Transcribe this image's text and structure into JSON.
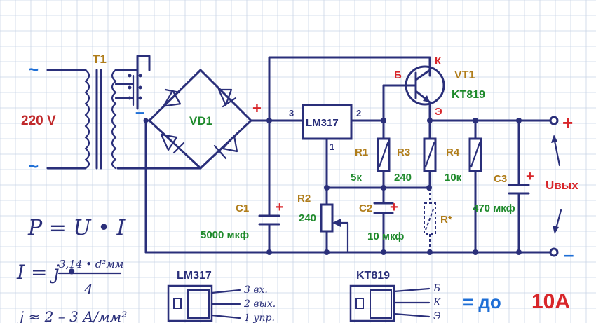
{
  "transformer": {
    "ref": "T1",
    "input_voltage": "220 V",
    "ac_symbol": "~",
    "tap_minus": "–"
  },
  "bridge": {
    "ref": "VD1",
    "plus": "+"
  },
  "regulator": {
    "name": "LM317",
    "pin_in": "3",
    "pin_out": "2",
    "pin_adj": "1"
  },
  "transistor": {
    "ref": "VT1",
    "model": "KT819",
    "base": "Б",
    "collector": "К",
    "emitter": "Э"
  },
  "resistors": [
    {
      "ref": "R1",
      "value": "5к"
    },
    {
      "ref": "R2",
      "value": "240"
    },
    {
      "ref": "R3",
      "value": "240"
    },
    {
      "ref": "R4",
      "value": "10к"
    },
    {
      "ref": "R*",
      "value": ""
    }
  ],
  "capacitors": [
    {
      "ref": "C1",
      "value": "5000 мкф"
    },
    {
      "ref": "C2",
      "value": "10 мкф"
    },
    {
      "ref": "C3",
      "value": "470 мкф"
    }
  ],
  "output": {
    "label": "Uвых",
    "plus": "+",
    "minus": "–"
  },
  "formulas": {
    "power": "P = U • I",
    "current_prefix": "I = j •",
    "current_numerator": "3,14 • d²мм",
    "current_denominator": "4",
    "density": "j ≈ 2 – 3 А/мм²"
  },
  "pinouts": {
    "lm317": {
      "title": "LM317",
      "pins": [
        "3 вх.",
        "2 вых.",
        "1 упр."
      ]
    },
    "kt819": {
      "title": "KT819",
      "pins": [
        "Б",
        "К",
        "Э"
      ]
    }
  },
  "max_current": {
    "prefix": "= до",
    "value": "10А"
  },
  "colors": {
    "wire": "#2a2f7a",
    "red": "#d8262a",
    "green": "#1f8a2c",
    "blue": "#1f6fd6",
    "grid": "#c9d4e6"
  }
}
